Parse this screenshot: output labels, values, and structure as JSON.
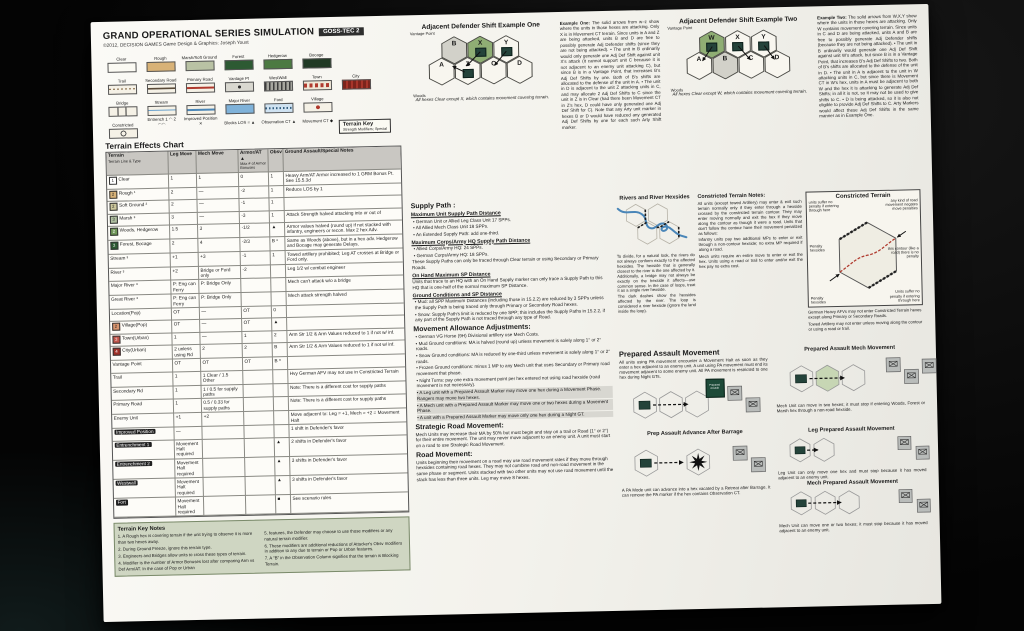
{
  "header": {
    "title": "GRAND OPERATIONAL SERIES SIMULATION",
    "badge": "GOSS-TEC 2",
    "copyright": "©2012, DECISION GAMES  Game Design & Graphics: Joseph Youst"
  },
  "palette": {
    "accent_red": "#b03a2e",
    "forest_green": "#2d5a33",
    "woods_green": "#8fae74",
    "river_blue": "#4a86b8",
    "unit_counter_green": "#1d4a38",
    "counter_gray": "#b9bcba",
    "notes_panel_green": "#cfd6c2",
    "badge_bg": "#2e2e2e"
  },
  "terrain_key": {
    "key_label": "Terrain Key",
    "key_note": "Strength Modifiers; Special",
    "rows": [
      [
        {
          "label": "Clear",
          "kind": "clear"
        },
        {
          "label": "Rough",
          "kind": "rough"
        },
        {
          "label": "Marsh/Soft Ground",
          "kind": "marsh"
        },
        {
          "label": "Forest",
          "kind": "forest"
        },
        {
          "label": "Hedgerow",
          "kind": "hedgerow"
        },
        {
          "label": "Bocage",
          "kind": "bocage"
        }
      ],
      [
        {
          "label": "Trail",
          "kind": "trail"
        },
        {
          "label": "Secondary Road",
          "kind": "secondary"
        },
        {
          "label": "Primary Road",
          "kind": "primary"
        },
        {
          "label": "Vantage Pt",
          "kind": "vantage"
        },
        {
          "label": "WestWall",
          "kind": "westwall"
        },
        {
          "label": "Town",
          "kind": "town"
        },
        {
          "label": "City",
          "kind": "city"
        }
      ],
      [
        {
          "label": "Bridge",
          "kind": "bridge"
        },
        {
          "label": "Stream",
          "kind": "stream"
        },
        {
          "label": "River",
          "kind": "river"
        },
        {
          "label": "Major River",
          "kind": "major-river"
        },
        {
          "label": "Ford",
          "kind": "ford"
        },
        {
          "label": "Village",
          "kind": "village"
        }
      ],
      [
        {
          "label": "Constricted",
          "kind": "constricted"
        },
        {
          "label": "Entrench 1 ◠ 2 ◠◠",
          "kind": "sym"
        },
        {
          "label": "Improved Position ✕",
          "kind": "sym"
        },
        {
          "label": "Blocks LOS = ▲",
          "kind": "sym"
        },
        {
          "label": "Observation CT ▲",
          "kind": "sym"
        },
        {
          "label": "Movement CT ◆",
          "kind": "sym"
        }
      ]
    ]
  },
  "tec": {
    "title": "Terrain Effects Chart",
    "h1": "Terrain",
    "h1sub": "Terrain Line & Type",
    "h2": "Leg Move",
    "h3": "Mech Move",
    "h4": "Armor/AT ▲",
    "h4sub": "Max # of Armor Bonuses",
    "h5": "Obsv",
    "h6": "Ground Assault/Special Notes",
    "rows": [
      {
        "num": "1",
        "chip": "clear",
        "type": "Clear",
        "leg": "1",
        "mech": "1",
        "armor": "0",
        "obsv": "1",
        "notes": "Heavy Arm/AT Armor increased to 1 GRM Bonus Pt. See 15.5.3d"
      },
      {
        "num": "2",
        "chip": "rough",
        "type": "Rough ¹",
        "leg": "2",
        "mech": "—",
        "armor": "-2",
        "obsv": "1",
        "notes": "Reduce LOS by 1"
      },
      {
        "num": "2",
        "chip": "soft",
        "type": "Soft Ground ²",
        "leg": "2",
        "mech": "—",
        "armor": "-1",
        "obsv": "1",
        "notes": ""
      },
      {
        "num": "3",
        "chip": "marsh",
        "type": "Marsh ³",
        "leg": "3",
        "mech": "—",
        "armor": "-3",
        "obsv": "1",
        "notes": "Attack Strength halved attacking into or out of"
      },
      {
        "num": "2",
        "chip": "woods",
        "type": "Woods, Hedgerow",
        "leg": "1.5",
        "mech": "3",
        "armor": "-1/2",
        "obsv": "▲",
        "notes": "Armor values halved (round up) if not stacked with infantry, engineers or recon. Max 2 hex Adv."
      },
      {
        "num": "3",
        "chip": "forest",
        "type": "Forest, Bocage",
        "leg": "2",
        "mech": "4",
        "armor": "-2/3",
        "obsv": "B ⁶",
        "notes": "Same as Woods (above), but in a hex adv. Hedgerow and Bocage may generate Delays."
      },
      {
        "type": "Stream ³",
        "leg": "+1",
        "mech": "+3",
        "armor": "-1",
        "obsv": "1",
        "notes": "Towed artillery prohibited; Leg AT crosses at Bridge or Ford only."
      },
      {
        "type": "River ³",
        "leg": "+2",
        "mech": "Bridge or Ford only",
        "armor": "-2",
        "obsv": "",
        "notes": "Leg 1/2 w/ combat engineer"
      },
      {
        "type": "Major River ³",
        "leg": "P: Eng can Ferry",
        "mech": "P: Bridge Only",
        "armor": "",
        "obsv": "",
        "notes": "Mech can't attack w/o a bridge"
      },
      {
        "type": "Great River ³",
        "leg": "P: Eng can Ferry",
        "mech": "P: Bridge Only",
        "armor": "",
        "obsv": "",
        "notes": "Mech attack strength halved"
      },
      {
        "type": "Location(Pop)",
        "leg": "OT",
        "mech": "—",
        "armor": "OT",
        "obsv": "0",
        "notes": ""
      },
      {
        "num": "2",
        "chip": "village",
        "type": "Village(Pop)",
        "leg": "OT",
        "mech": "—",
        "armor": "OT",
        "obsv": "▲",
        "notes": ""
      },
      {
        "num": "3",
        "chip": "town",
        "type": "Town(Urban)",
        "leg": "1",
        "mech": "—",
        "armor": "1",
        "obsv": "2",
        "notes": "Arm Str 1/2 & Arm Values reduced to 1 if not w/ inf."
      },
      {
        "num": "4",
        "chip": "city",
        "type": "City(Urban)",
        "leg": "2 unless using Rd",
        "mech": "2",
        "armor": "2",
        "obsv": "B",
        "notes": "Arm Str 1/2 & Arm Values reduced to 1 if not w/ inf."
      },
      {
        "type": "Vantage Point",
        "leg": "OT",
        "mech": "OT",
        "armor": "OT",
        "obsv": "B ⁸",
        "notes": ""
      },
      {
        "type": "Trail",
        "leg": "1",
        "mech": "1 Clear / 1.5 Other",
        "armor": "",
        "obsv": "",
        "notes": "Hvy German AFV may not use in Constricted Terrain"
      },
      {
        "type": "Secondary Rd",
        "leg": "1",
        "mech": "1 / 0.5 for supply paths",
        "armor": "",
        "obsv": "",
        "notes": "Note: There is a different cost for supply paths"
      },
      {
        "type": "Primary Road",
        "leg": "1",
        "mech": "0.5 / 0.33 for supply paths",
        "armor": "",
        "obsv": "",
        "notes": "Note: There is a different cost for supply paths"
      },
      {
        "type": "Enemy Unit",
        "leg": "+1",
        "mech": "+2",
        "armor": "",
        "obsv": "",
        "notes": "Move adjacent to: Leg = +1, Mech = +2 = Movement Halt"
      },
      {
        "type": "Improved Position",
        "dark": "1",
        "leg": "—",
        "mech": "",
        "armor": "",
        "obsv": "",
        "notes": "1 shift in Defender's favor"
      },
      {
        "type": "Entrenchment 1",
        "dark": "1",
        "leg": "Movement Halt required",
        "mech": "",
        "armor": "",
        "obsv": "▲",
        "notes": "2 shifts in Defender's favor"
      },
      {
        "type": "Entrenchment 2",
        "dark": "1",
        "leg": "Movement Halt required",
        "mech": "",
        "armor": "",
        "obsv": "▲",
        "notes": "3 shifts in Defender's favor"
      },
      {
        "type": "Westwall",
        "dark": "1",
        "leg": "Movement Halt required",
        "mech": "",
        "armor": "",
        "obsv": "▲",
        "notes": "3 shifts in Defender's favor"
      },
      {
        "type": "Fort",
        "dark": "1",
        "leg": "Movement Halt required",
        "mech": "",
        "armor": "",
        "obsv": "■",
        "notes": "See scenario rules"
      }
    ]
  },
  "key_notes": {
    "title": "Terrain Key Notes",
    "left": [
      "1.  A Rough hex is covering terrain if the unit trying to observe it is more than two hexes away.",
      "2.  During Ground Freeze, ignore this terrain type.",
      "3.  Engineers and Bridges allow units to cross these types of terrain.",
      "4.  Modifier is the number of Armor Bonuses lost after comparing Arm vs Def Arm/AT. In the case of Pop or Urban"
    ],
    "right": [
      "5.  features, the Defender may choose to use those modifiers or any natural terrain modifier.",
      "6.  These modifiers are additional reductions of Attacker's Obsv modifiers in addition to any due to terrain or Pop or Urban features.",
      "7.  A \"B\" in the Observation Column signifies that the terrain is Blocking Terrain."
    ]
  },
  "ex1": {
    "heading": "Adjacent Defender Shift Example One",
    "vantage": "Vantage Point",
    "woods": "Woods",
    "hexes": [
      {
        "letter": "B",
        "fill": "vantage"
      },
      {
        "letter": "X",
        "fill": "woods",
        "unit": "1"
      },
      {
        "letter": "Y",
        "unit": "1"
      },
      {
        "letter": "A"
      },
      {
        "letter": "Z",
        "unit": "1"
      },
      {
        "letter": "C"
      },
      {
        "letter": "D"
      }
    ],
    "caption": "All hexes Clear except X, which contains movement covering terrain.",
    "label": "Example One:",
    "body": "The solid arrows from w–z show where the units in those hexes are attacking. Only X is in Movement CT terrain. Since units in A and Z are being attacked, units B and D are free to possibly generate Adj Defender shifts (since they are not being attacked). • The unit in B ordinarily would only generate one Adj Def Shift against unit X's attack (it cannot support unit C because it is not adjacent to an enemy unit attacking C), but since B is in a Vantage Point, that increases B's Adj Def Shifts by one. Both of B's shifts are allocated to the defense of the unit in A. • The unit in D is adjacent to the unit Z attacking units in C, and may allocate 2 Adj Def Shifts to C since the unit in Z is in Clear (had there been Movement CT in Z's hex, D could have only generated one Adj Def Shift for C). Note that any Arty unit marker in hexes B or D would have reduced any generated Adj Def Shifts by one for each such Arty Shift marker."
  },
  "ex2": {
    "heading": "Adjacent Defender Shift Example Two",
    "vantage": "Vantage Point",
    "woods": "Woods",
    "hexes": [
      {
        "letter": "W",
        "fill": "woods",
        "unit": "1"
      },
      {
        "letter": "X",
        "unit": "1"
      },
      {
        "letter": "Y",
        "unit": "1"
      },
      {
        "letter": "A"
      },
      {
        "letter": "B",
        "fill": "vantage"
      },
      {
        "letter": "C"
      },
      {
        "letter": "D"
      }
    ],
    "caption": "All hexes Clear except W, which contains movement covering terrain.",
    "label": "Example Two:",
    "body": "The solid arrows from W,X,Y show where the units in those hexes are attacking. Only W contains movement covering terrain. Since units in C and D are being attacked, units A and B are free to possibly generate Adj Defender shifts (because they are not being attacked). • The unit in B ordinarily would generate one Adj Def Shift against unit W's attack, but since B is in a Vantage Point, that increases B's Adj Def Shifts to two. Both of B's shifts are allocated to the defense of the unit in D. • The unit in A is adjacent to the unit in W attacking units in C, but since there is Movement CT in W's hex, units in A must be adjacent to both W and the hex it is attacking to generate Adj Def Shifts; in all it is not, so it may not be used to give shifts to C. • D is being attacked, so it is also not eligible to provide Adj Def Shifts to C. Arty Markers would affect these Adj Def Shifts in the same manner as in Example One."
  },
  "supply": {
    "heading": "Supply Path :",
    "s1_title": "Maximum Unit Supply Path Distance",
    "s1_bullets": [
      "German Unit or Allied Leg Class Unit 17 SPPs.",
      "All Allied Mech Class Unit 18 SPPs.",
      "An Extended Supply Path: add one-third."
    ],
    "s2_title": "Maximum Corps/Army HQ Supply Path Distance",
    "s2_bullets": [
      "Allied Corps/Army HQ: 24 SPPs.",
      "German Corps/Army HQ: 18 SPPs."
    ],
    "s2_note": "These Supply Paths can only be traced through Clear terrain or using Secondary or Primary Roads.",
    "s3_title": "On Hand Maximum SP Distance",
    "s3_text": "Units that trace to an HQ with an On Hand Supply marker can only trace a Supply Path to this HQ that is one-half of the normal maximum SP Distance.",
    "s4_title": "Ground Conditions and SP Distance",
    "s4_bullets": [
      "Mud: all SPP Maximum Distances (including those in 15.2.2) are reduced by 3 SPPs unless the Supply Path is being traced only through Primary or Secondary Road hexes.",
      "Snow: Supply Path's limit is reduced by one SPP; this includes the Supply Paths in 15.2.2, if any part of the Supply Path is not traced through any type of Road."
    ]
  },
  "move_adj": {
    "heading": "Movement Allowance Adjustments:",
    "bullets": [
      "German VG Horse (9H) Divisional artillery use Mech Costs.",
      "Mud Ground conditions: MA is halved (round up) unless movement is solely along 1° or 2° roads.",
      "Snow Ground conditions: MA is reduced by one-third unless movement is solely along 1° or 2° roads.",
      "Frozen Ground conditions: minus 1 MP to any Mech unit that uses Secondary or Primary road movement that phase.",
      "Night Turns: pay one extra movement point per hex entered not using road hexside (road movement is not necessary)."
    ],
    "pa_bullets": [
      "A Leg unit with a Prepared Assault Marker may move one hex during a Movement Phase. Rangers may move two hexes.",
      "A Mech unit with a Prepared Assault Marker may move one or two hexes during a Movement Phase.",
      "A unit with a Prepared Assault Marker may move only one hex during a Night GT."
    ]
  },
  "strategic": {
    "heading": "Strategic Road Movement:",
    "text": "Mech Units may increase their MA by 50% but must begin and stay on a trail or Road (1° or 2°) for their entire movement. The unit may never move adjacent to an enemy unit. A unit must start on a road to use Strategic Road Movement."
  },
  "road": {
    "heading": "Road Movement:",
    "text": "Units beginning their movement on a road may use road movement rates if they move through hexsides containing road hexes. They may not combine road and non-road movement in the same phase or segment. Units stacked with two other units may not use road movement until the stack has less than three units. Leg may move 8 hexes."
  },
  "rivers": {
    "heading": "Rivers and River Hexsides",
    "body": "To divide, for a natural look, the rivers do not always conform exactly to the affected hexsides. The hexside that is generally closest to the river is the one affected by it. Additionally, a bridge may not always be exactly on the hexside it affects—use common sense. In the case of loops, treat it as a single river hexside.",
    "caption": "The dark dashes show the hexsides affected by the river. The loop is considered a river hexside (ignore the land inside the loop)."
  },
  "con": {
    "heading": "Constricted Terrain Notes:",
    "p1": "All units (except towed Artillery) may enter & exit such terrain normally only if they enter through a hexside crossed by the constricted terrain contour. They may enter moving normally and exit the hex if they move along the contour as though it were a road. Units that don't follow the contour have their movement penalized as follows:",
    "p2": "Infantry units pay two additional MPs to enter or exit through a non-contour hexside; no extra MP required if along a road.",
    "p3": "Mech units require an entire move to enter or exit the hex. Units using a road or trail to enter and/or exit the hex pay no extra cost.",
    "extra1": "German Heavy AFVs may not enter Constricted Terrain hexes except along Primary or Secondary Roads.",
    "extra2": "Towed Artillery may not enter unless moving along the contour or using a road or trail."
  },
  "conbox": {
    "heading": "Constricted Terrain",
    "labels": [
      "units suffer no penalty if entering through here",
      "any kind of road movement negates move penalties",
      "Penalty hexsides",
      "this contour (like a road) there is no penalty",
      "Penalty hexsides",
      "Units suffer no penalty if entering through here"
    ]
  },
  "pa": {
    "heading": "Prepared Assault Movement",
    "intro": "All units using PA movement encounter a Movement Halt as soon as they enter a hex adjacent to an enemy unit. A unit using PA movement must end its movement adjacent to some enemy unit. All PA movement is restricted to one hex during Night GTs.",
    "marker_label": "Prepared Assault",
    "d1": {
      "title": "Prepared Assault Mech Movement",
      "caption": "Mech Unit can move in two hexes; it must stop if entering Woods, Forest or Marsh hex through a non-road hexside."
    },
    "d2": {
      "title": "Leg Prepared Assault Movement",
      "caption": "Leg Unit can only move one hex and must stop because it has moved adjacent to an enemy unit."
    },
    "d3": {
      "title": "Prep Assault Advance After Barrage",
      "caption": "A PA Mode unit can advance into a hex vacated by a Retreat after Barrage. It can remove the PA marker if the hex contains Observation CT."
    },
    "d4": {
      "title": "Mech Prepared Assault Movement",
      "caption": "Mech Unit can move one or two hexes; it must stop because it has moved adjacent to an enemy unit."
    }
  }
}
